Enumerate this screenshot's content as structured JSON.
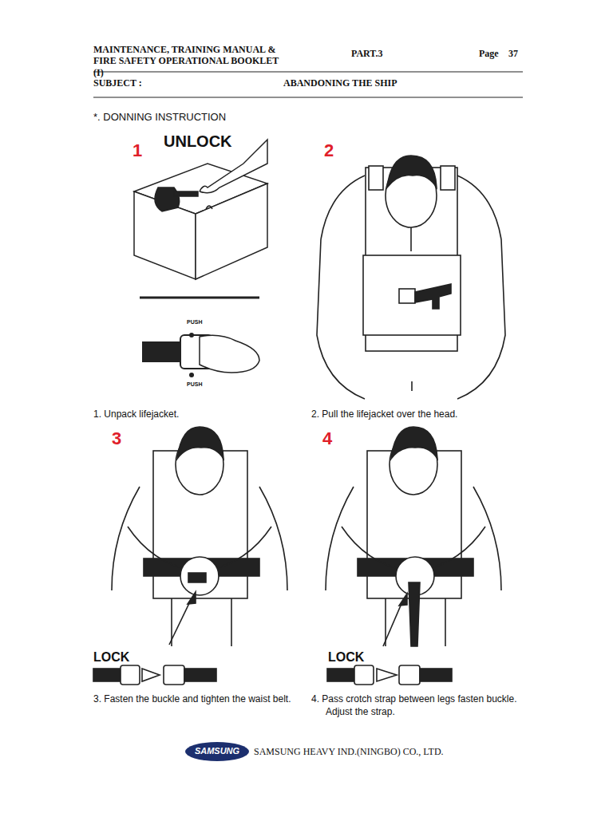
{
  "diagram": {
    "labels": [
      "MAINTENANCE, TRAINING MANUAL & FIRE SAFETY OPERATIONAL BOOKLET (I)",
      "PART.3",
      "Page",
      "37",
      "SUBJECT :",
      "ABANDONING THE SHIP",
      "*. DONNING INSTRUCTION",
      "1",
      "UNLOCK",
      "PUSH",
      "PUSH",
      "2",
      "1. Unpack lifejacket.",
      "2. Pull the lifejacket over the head.",
      "3",
      "4",
      "LOCK",
      "LOCK",
      "3. Fasten the buckle and tighten the waist belt.",
      "4. Pass crotch strap between legs fasten buckle. Adjust the strap.",
      "SAMSUNG",
      "SAMSUNG HEAVY IND.(NINGBO) CO., LTD."
    ]
  }
}
